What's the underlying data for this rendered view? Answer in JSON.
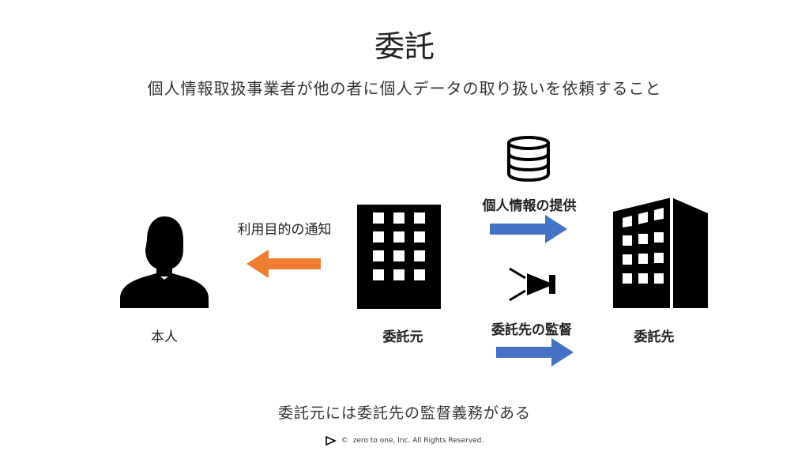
{
  "title": "委託",
  "subtitle": "個人情報取扱事業者が他の者に個人データの取り扱いを依頼すること",
  "nodes": {
    "person": "本人",
    "consignor": "委託元",
    "consignee": "委託先"
  },
  "edges": {
    "notify": "利用目的の通知",
    "provide": "個人情報の提供",
    "supervise": "委託先の監督"
  },
  "note": "委託元には委託先の監督義務がある",
  "footer": {
    "copyright_symbol": "©",
    "text": "zero to one, Inc. All Rights Reserved."
  },
  "colors": {
    "orange_arrow": "#ED7D31",
    "blue_arrow": "#4472C4",
    "icon": "#000000"
  },
  "icons": [
    "person-icon",
    "building-icon",
    "building-3d-icon",
    "database-icon",
    "eye-icon",
    "logo-play-icon"
  ]
}
